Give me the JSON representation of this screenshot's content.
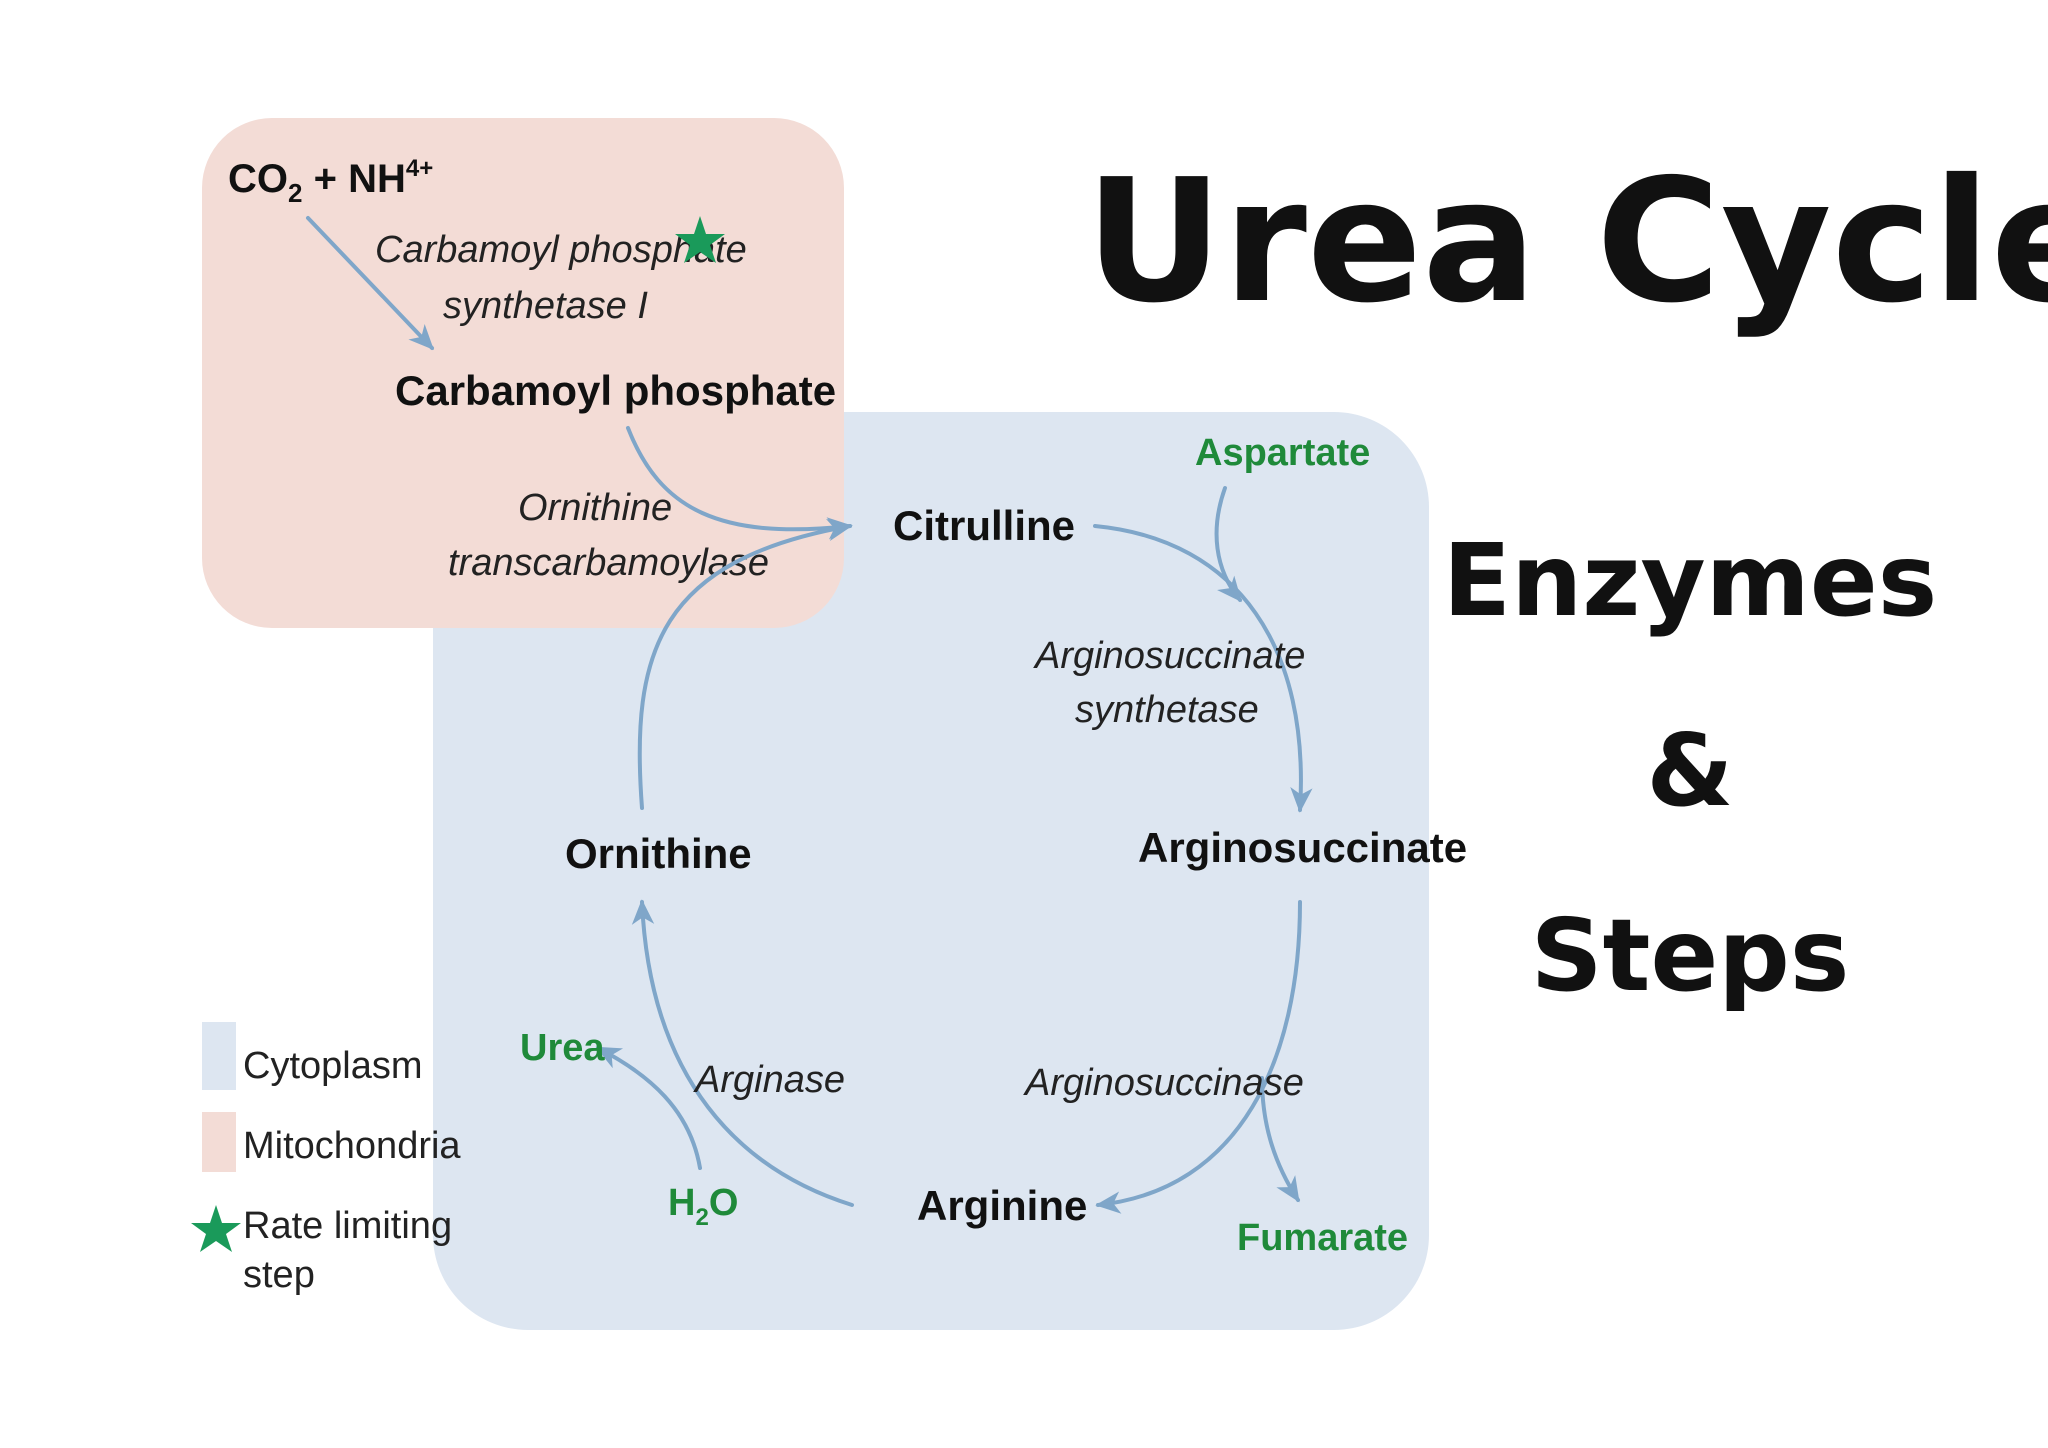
{
  "title": "Urea Cycle",
  "subtitle_lines": [
    "Enzymes",
    "&",
    "Steps"
  ],
  "colors": {
    "cytoplasm": "#dde6f1",
    "mitochondria": "#f3dcd6",
    "arrow": "#7fa6c9",
    "green_text": "#1f8a3a",
    "star": "#1a9a5a"
  },
  "mitochondria": {
    "reactant_co2": "CO",
    "reactant_co2_sub": "2",
    "reactant_nh": "+ NH",
    "reactant_nh_sup": "4+",
    "enzyme_cps_line1": "Carbamoyl phosphate",
    "enzyme_cps_line2": "synthetase I",
    "product": "Carbamoyl phosphate",
    "enzyme_otc_line1": "Ornithine",
    "enzyme_otc_line2": "transcarbamoylase"
  },
  "cycle": {
    "citrulline": "Citrulline",
    "aspartate": "Aspartate",
    "ass_line1": "Arginosuccinate",
    "ass_line2": "synthetase",
    "arginosuccinate": "Arginosuccinate",
    "asl": "Arginosuccinase",
    "fumarate": "Fumarate",
    "arginine": "Arginine",
    "arginase": "Arginase",
    "h2o_h": "H",
    "h2o_sub": "2",
    "h2o_o": "O",
    "urea": "Urea",
    "ornithine": "Ornithine"
  },
  "legend": {
    "cytoplasm": "Cytoplasm",
    "mitochondria": "Mitochondria",
    "rate_limiting_line1": "Rate limiting",
    "rate_limiting_line2": "step",
    "star_icon": "star-icon"
  }
}
